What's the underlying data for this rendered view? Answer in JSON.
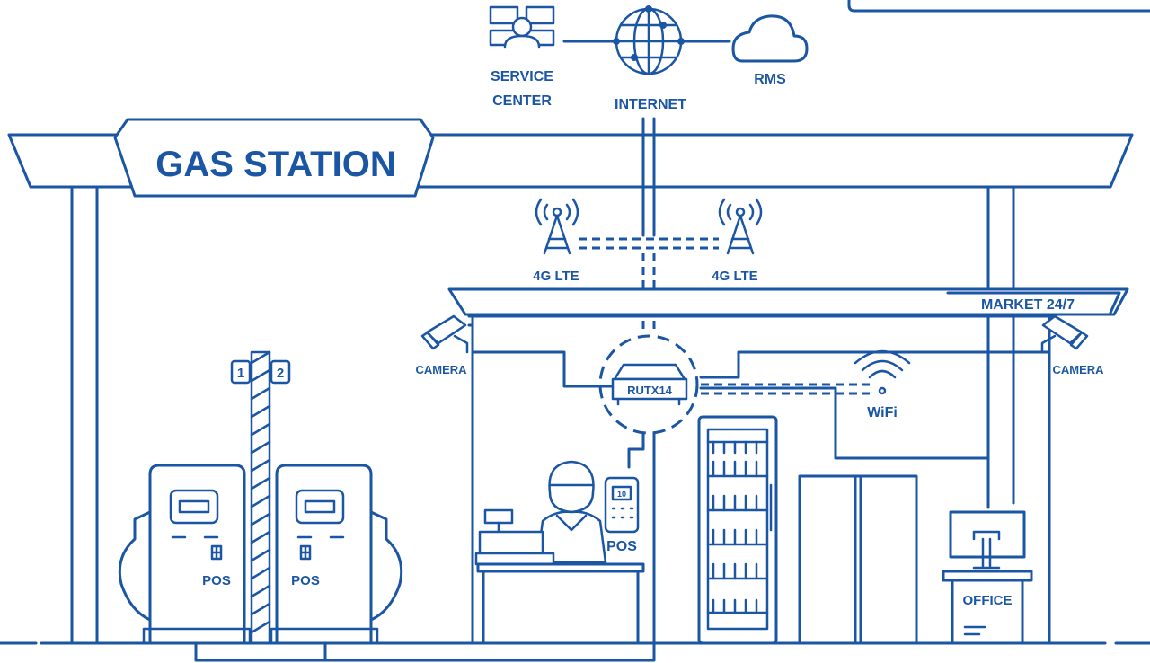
{
  "title": "GAS STATION",
  "market_sign": "MARKET 24/7",
  "nodes": {
    "service_center_line1": "SERVICE",
    "service_center_line2": "CENTER",
    "internet": "INTERNET",
    "rms": "RMS",
    "lte_left": "4G LTE",
    "lte_right": "4G LTE",
    "router": "RUTX14",
    "wifi": "WiFi",
    "camera_left": "CAMERA",
    "camera_right": "CAMERA",
    "pos_cashier": "POS",
    "pos_pump_left": "POS",
    "pos_pump_right": "POS",
    "office": "OFFICE",
    "pump_number_1": "1",
    "pump_number_2": "2",
    "terminal_screen": "10"
  },
  "colors": {
    "line": "#1b56a4",
    "background": "#ffffff"
  }
}
